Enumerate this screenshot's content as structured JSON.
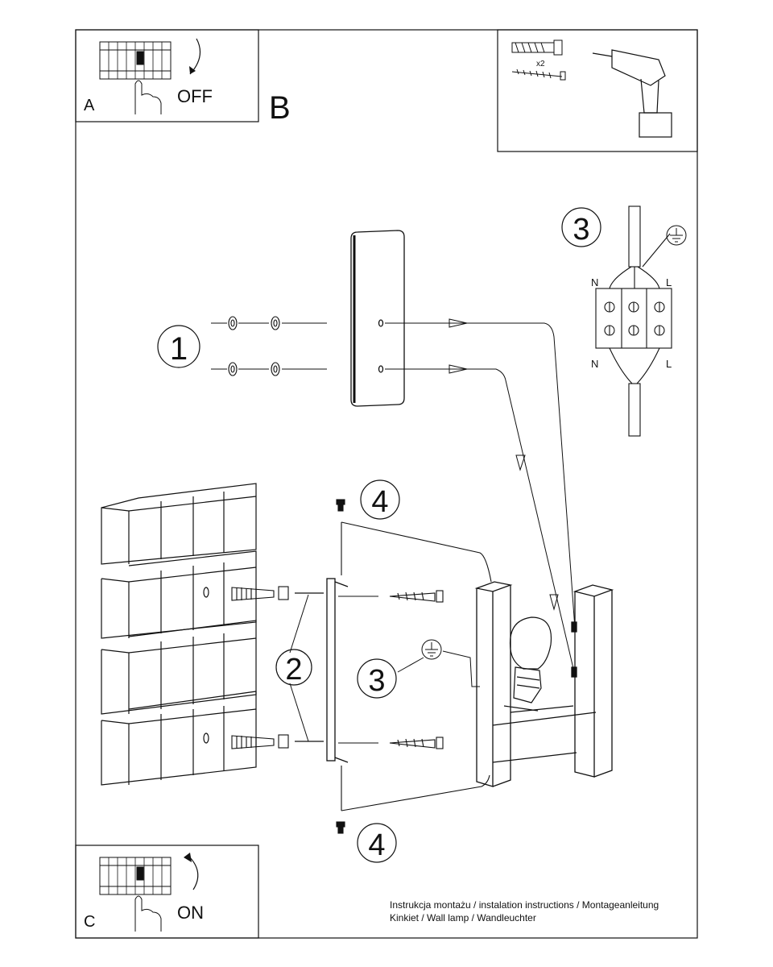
{
  "panels": {
    "a": {
      "letter": "A",
      "action": "OFF"
    },
    "b": {
      "letter": "B"
    },
    "c": {
      "letter": "C",
      "action": "ON"
    }
  },
  "tools": {
    "anchor_qty": "x2"
  },
  "steps": {
    "step1": "1",
    "step2": "2",
    "step3": "3",
    "step4": "4"
  },
  "wiring": {
    "n": "N",
    "l": "L"
  },
  "footer": {
    "line1": "Instrukcja montażu / instalation instructions / Montageanleitung",
    "line2": "Kinkiet / Wall lamp / Wandleuchter"
  }
}
